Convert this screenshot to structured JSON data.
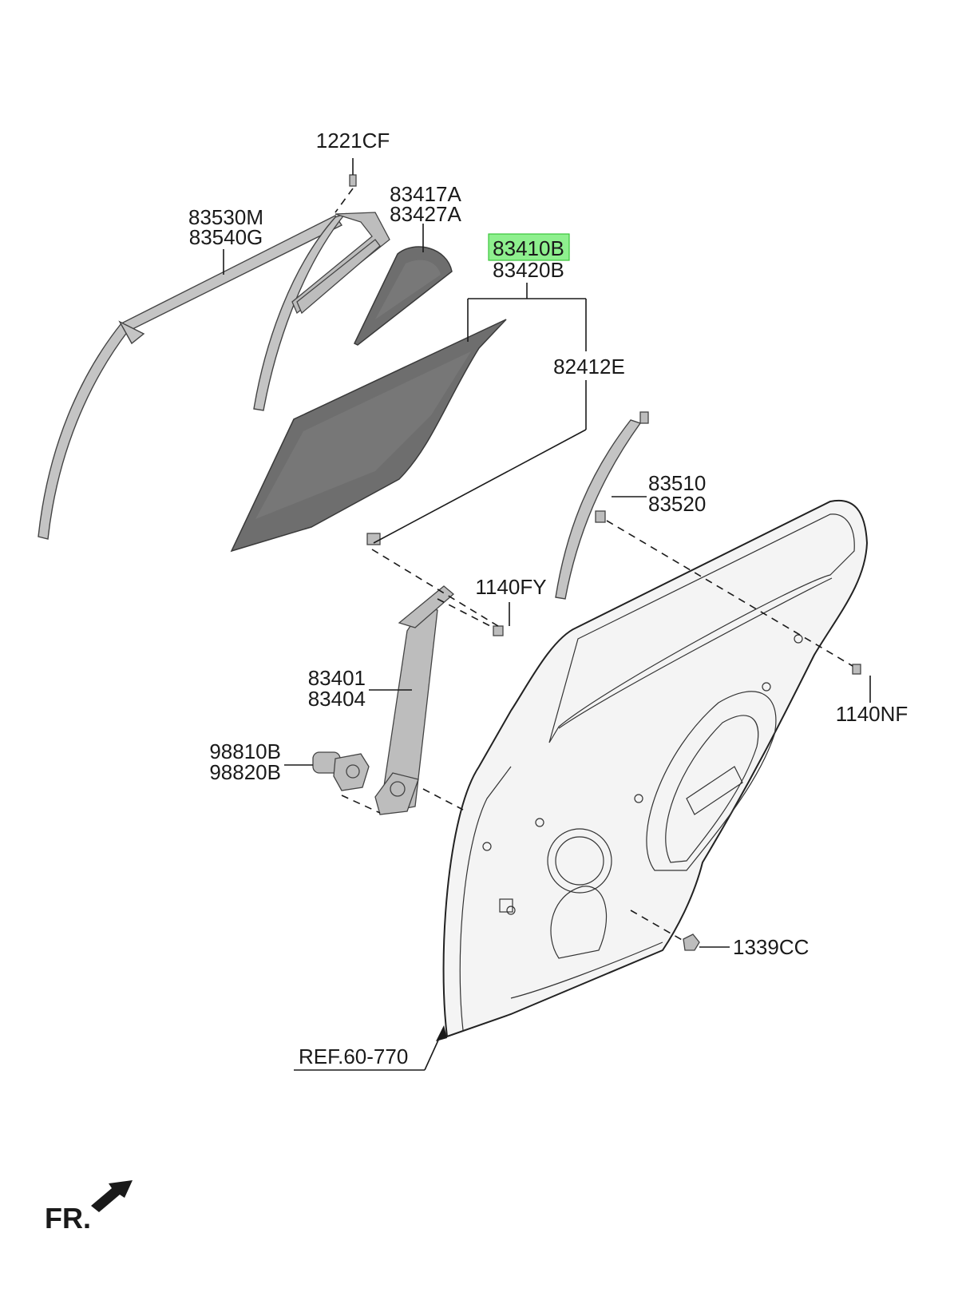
{
  "labels": {
    "p1221cf": "1221CF",
    "p83530m": "83530M",
    "p83540g": "83540G",
    "p83417a": "83417A",
    "p83427a": "83427A",
    "p83410b": "83410B",
    "p83420b": "83420B",
    "p82412e": "82412E",
    "p83510": "83510",
    "p83520": "83520",
    "p1140fy": "1140FY",
    "p83401": "83401",
    "p83404": "83404",
    "p98810b": "98810B",
    "p98820b": "98820B",
    "p1140nf": "1140NF",
    "p1339cc": "1339CC",
    "ref": "REF.60-770",
    "front": "FR."
  },
  "highlight_color": "#8ef08e"
}
